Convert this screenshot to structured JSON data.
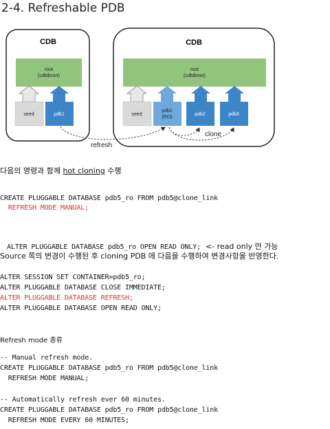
{
  "heading": "2-4. Refreshable PDB",
  "diagram": {
    "cdb_label": "CDB",
    "root_line1": "root",
    "root_line2": "(cdb$root)",
    "seed": "seed",
    "pdb1": "pdb1",
    "pdb1_ro_line1": "pdb1",
    "pdb1_ro_line2": "(RO)",
    "pdb2": "pdb2",
    "pdb3": "pdb3",
    "refresh": "refresh",
    "clone": "clone",
    "colors": {
      "root": "#93c47d",
      "seed": "#d9d9d9",
      "pdb": "#3d85c6",
      "pdb_ro": "#6fa8dc"
    }
  },
  "intro": {
    "before": "다음의 명령과 함께 ",
    "link": "hot cloning",
    "after": " 수행"
  },
  "block1": {
    "l1": "CREATE PLUGGABLE DATABASE pdb5_ro FROM pdb5@clone_link",
    "l2": "  REFRESH MODE MANUAL;"
  },
  "block2": {
    "code": "ALTER PLUGGABLE DATABASE pdb5_ro OPEN READ ONLY;",
    "note": "  <- read only 만 가능"
  },
  "source_note": "Source 쪽의 변경이 수행된 후 cloning PDB 에 다음을 수행하여 변경사항을 반영한다.",
  "block3": {
    "l1": "ALTER SESSION SET CONTAINER=pdb5_ro;",
    "l2": "ALTER PLUGGABLE DATABASE CLOSE IMMEDIATE;",
    "l3": "ALTER PLUGGABLE DATABASE REFRESH;",
    "l4": "ALTER PLUGGABLE DATABASE OPEN READ ONLY;"
  },
  "modes_title": "Refresh mode 종류",
  "block4": {
    "l1": "-- Manual refresh mode.",
    "l2": "CREATE PLUGGABLE DATABASE pdb5_ro FROM pdb5@clone_link",
    "l3": "  REFRESH MODE MANUAL;"
  },
  "block5": {
    "l1": "-- Automatically refresh ever 60 minutes.",
    "l2": "CREATE PLUGGABLE DATABASE pdb5_ro FROM pdb5@clone_link",
    "l3": "  REFRESH MODE EVERY 60 MINUTES;"
  }
}
